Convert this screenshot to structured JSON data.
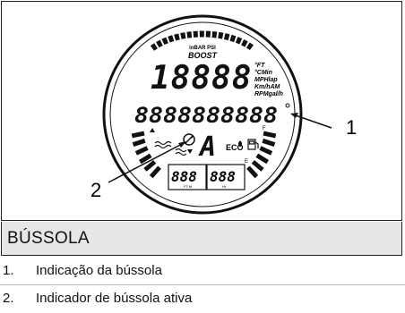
{
  "figure": {
    "boost_label": "BOOST",
    "unit_label": "inBAR PSI",
    "big_digits": "18888",
    "units": [
      "°FT",
      "°CMin",
      "MPHlap",
      "Km/hAM",
      "RPMgal/h"
    ],
    "segment_row": "8888888888",
    "compass_letter": "A",
    "eco_label": "ECO",
    "lower_left_digits": "888",
    "lower_right_digits": "888",
    "lower_left_unit": "FT M",
    "lower_right_unit": "Hr",
    "side_letter_f": "F",
    "side_letter_e": "E",
    "callout_1": "1",
    "callout_2": "2"
  },
  "caption": {
    "title": "BÚSSOLA"
  },
  "legend": [
    {
      "number": "1.",
      "text": "Indicação da bússola"
    },
    {
      "number": "2.",
      "text": "Indicador de bússola ativa"
    }
  ]
}
